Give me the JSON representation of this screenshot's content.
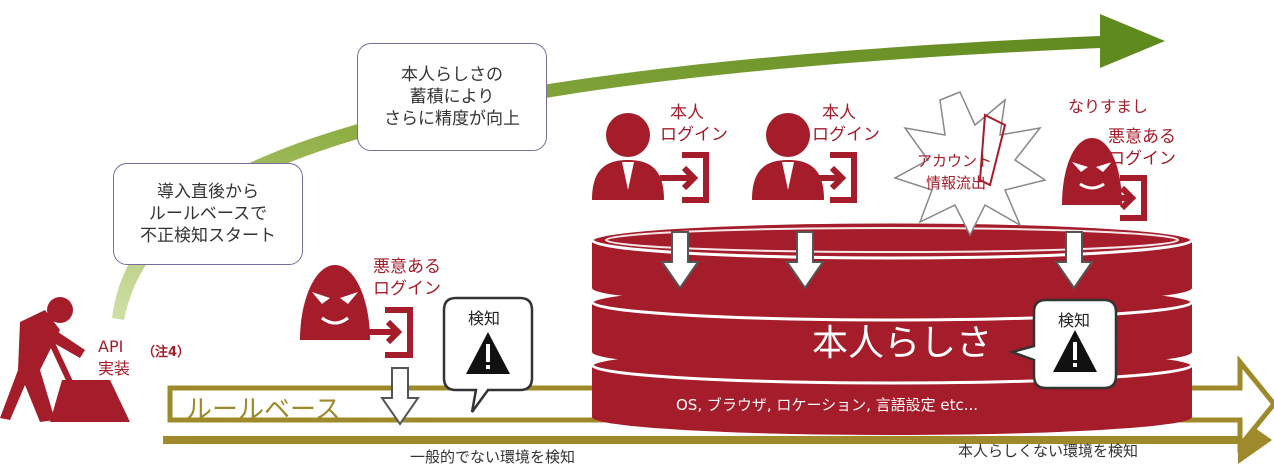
{
  "callouts": {
    "accumulation": "本人らしさの\n蓄積により\nさらに精度が向上",
    "intro": "導入直後から\nルールベースで\n不正検知スタート"
  },
  "api_label": "API\n実装",
  "note_label": "（注4）",
  "malicious_login_left": "悪意ある\nログイン",
  "detect_label_left": "検知",
  "rule_base_label": "ルールベース",
  "unusual_env_label": "一般的でない環境を検知",
  "not_self_env_label": "本人らしくない環境を検知",
  "self_login_1": "本人\nログイン",
  "self_login_2": "本人\nログイン",
  "account_leak_label": "アカウント\n情報流出",
  "impersonation_label": "なりすまし",
  "malicious_login_right": "悪意ある\nログイン",
  "stack_title": "本人らしさ",
  "stack_subtitle": "OS, ブラウザ, ロケーション, 言語設定 etc...",
  "detect_label_right": "検知",
  "colors": {
    "brand": "#a51c2a",
    "green_arrow": "#6b8e23",
    "olive_arrow": "#9e8a2a",
    "callout_border": "#7a6c9e"
  }
}
